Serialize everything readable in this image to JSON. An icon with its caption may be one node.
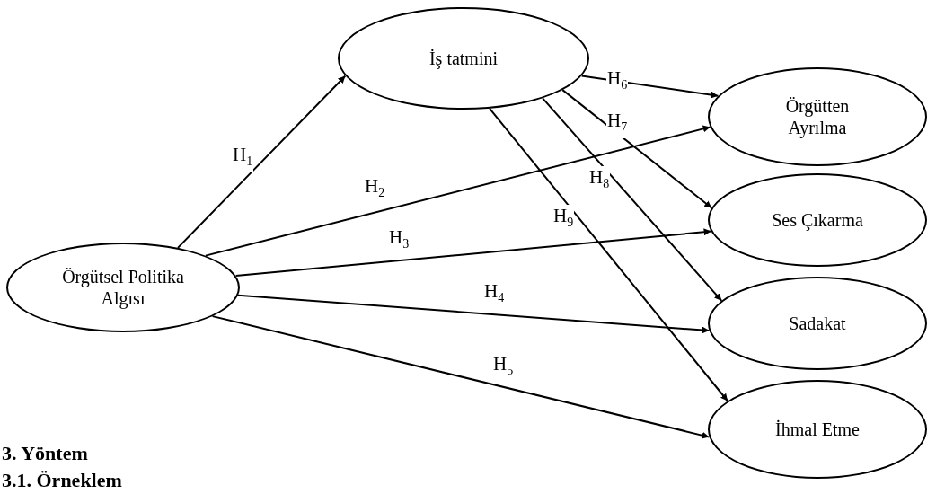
{
  "diagram": {
    "nodes": [
      {
        "text": [
          "Örgütsel Politika Algısı"
        ]
      },
      {
        "text": [
          "İş tatmini"
        ]
      },
      {
        "text": [
          "Örgütten Ayrılma"
        ]
      },
      {
        "text": [
          "Ses Çıkarma"
        ]
      },
      {
        "text": [
          "Sadakat"
        ]
      },
      {
        "text": [
          "İhmal Etme"
        ]
      }
    ],
    "edges": [
      {
        "from": 0,
        "to": 1,
        "arrow": "to",
        "label": "H$_{1}$"
      },
      {
        "from": 0,
        "to": 2,
        "arrow": "to",
        "label": "H$_{2}$"
      },
      {
        "from": 0,
        "to": 3,
        "arrow": "to",
        "label": "H$_{3}$"
      },
      {
        "from": 0,
        "to": 4,
        "arrow": "to",
        "label": "H$_{4}$"
      },
      {
        "from": 0,
        "to": 5,
        "arrow": "to",
        "label": "H$_{5}$"
      },
      {
        "from": 1,
        "to": 2,
        "arrow": "to",
        "label": "H$_{6}$"
      },
      {
        "from": 1,
        "to": 3,
        "arrow": "to",
        "label": "H$_{7}$"
      },
      {
        "from": 1,
        "to": 4,
        "arrow": "to",
        "label": "H$_{8}$"
      },
      {
        "from": 1,
        "to": 5,
        "arrow": "to",
        "label": "H$_{9}$"
      }
    ],
    "labels": [
      "3. Yöntem",
      "3.1. Örneklem"
    ]
  }
}
